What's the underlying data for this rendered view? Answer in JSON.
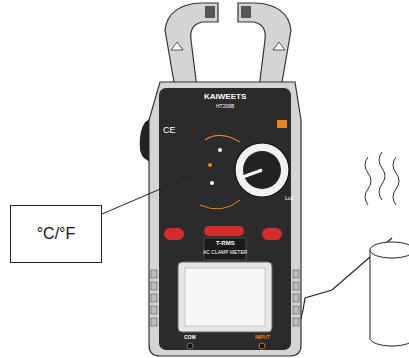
{
  "diagram": {
    "nodes": [
      {
        "text": [
          "°C/°F"
        ]
      }
    ],
    "labels": [
      "KAIWEETS",
      "HT206B",
      "CE",
      "LoZ",
      "T-RMS",
      "AC CLAMP METER",
      "COM",
      "INPUT"
    ]
  }
}
